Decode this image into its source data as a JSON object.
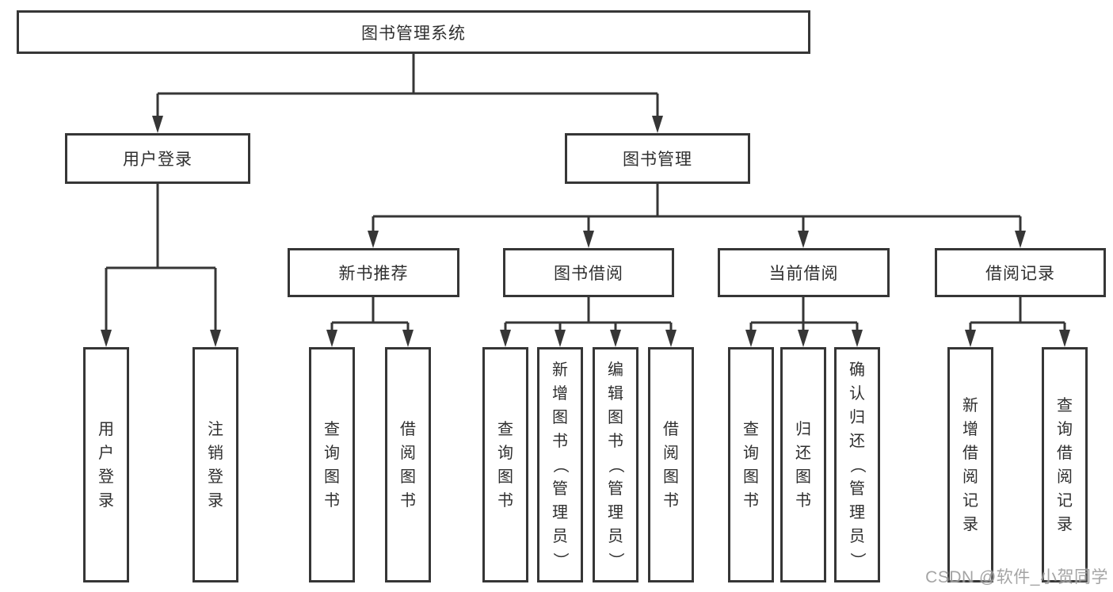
{
  "diagram_type": "hierarchy-tree",
  "tree": {
    "label": "图书管理系统",
    "children": [
      {
        "label": "用户登录",
        "children": [
          {
            "label": "用户登录"
          },
          {
            "label": "注销登录"
          }
        ]
      },
      {
        "label": "图书管理",
        "children": [
          {
            "label": "新书推荐",
            "children": [
              {
                "label": "查询图书"
              },
              {
                "label": "借阅图书"
              }
            ]
          },
          {
            "label": "图书借阅",
            "children": [
              {
                "label": "查询图书"
              },
              {
                "label": "新增图书（管理员）"
              },
              {
                "label": "编辑图书（管理员）"
              },
              {
                "label": "借阅图书"
              }
            ]
          },
          {
            "label": "当前借阅",
            "children": [
              {
                "label": "查询图书"
              },
              {
                "label": "归还图书"
              },
              {
                "label": "确认归还（管理员）"
              }
            ]
          },
          {
            "label": "借阅记录",
            "children": [
              {
                "label": "新增借阅记录"
              },
              {
                "label": "查询借阅记录"
              }
            ]
          }
        ]
      }
    ]
  },
  "watermark": {
    "text": "CSDN @软件_小贺同学"
  },
  "colors": {
    "line": "#363636",
    "box_border": "#363636",
    "box_fill": "#ffffff",
    "text": "#2f2f2f",
    "watermark": "#9b9b9b",
    "background": "#ffffff"
  }
}
